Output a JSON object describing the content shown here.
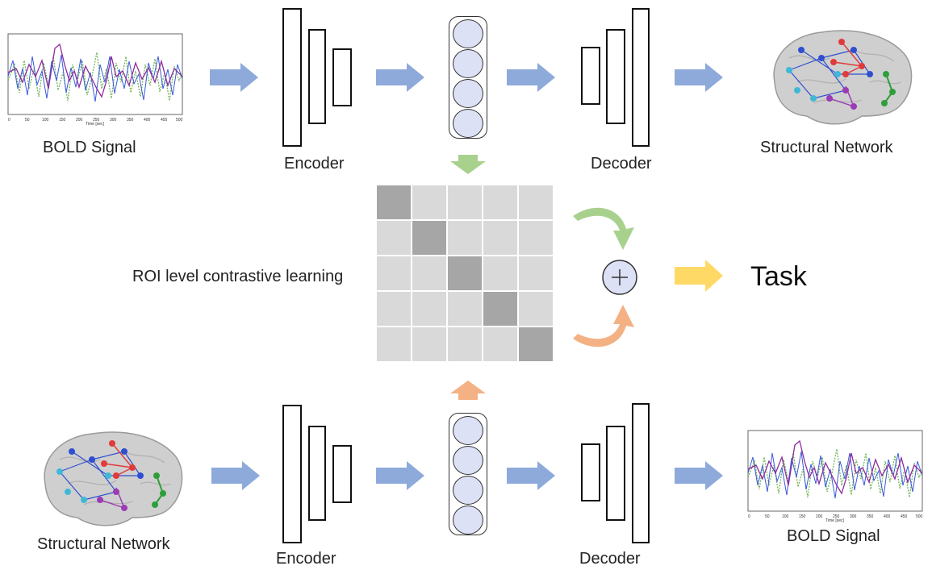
{
  "top": {
    "input_label": "BOLD Signal",
    "encoder_label": "Encoder",
    "decoder_label": "Decoder",
    "output_label": "Structural Network"
  },
  "bottom": {
    "input_label": "Structural Network",
    "encoder_label": "Encoder",
    "decoder_label": "Decoder",
    "output_label": "BOLD Signal"
  },
  "center": {
    "contrastive_label": "ROI level contrastive learning",
    "task_label": "Task",
    "plus_symbol": "+",
    "matrix_size": 5
  },
  "signal_plot": {
    "xlabel": "Time [sec]",
    "ticks": [
      "0",
      "50",
      "100",
      "150",
      "200",
      "250",
      "300",
      "350",
      "400",
      "450",
      "500"
    ]
  },
  "colors": {
    "flow_arrow": "#8eaadb",
    "green_arrow": "#a9d18e",
    "orange_arrow": "#f4b183",
    "task_arrow": "#ffd966",
    "latent_fill": "#dde1f5",
    "matrix_cell": "#d9d9d9",
    "matrix_diag": "#a6a6a6"
  }
}
